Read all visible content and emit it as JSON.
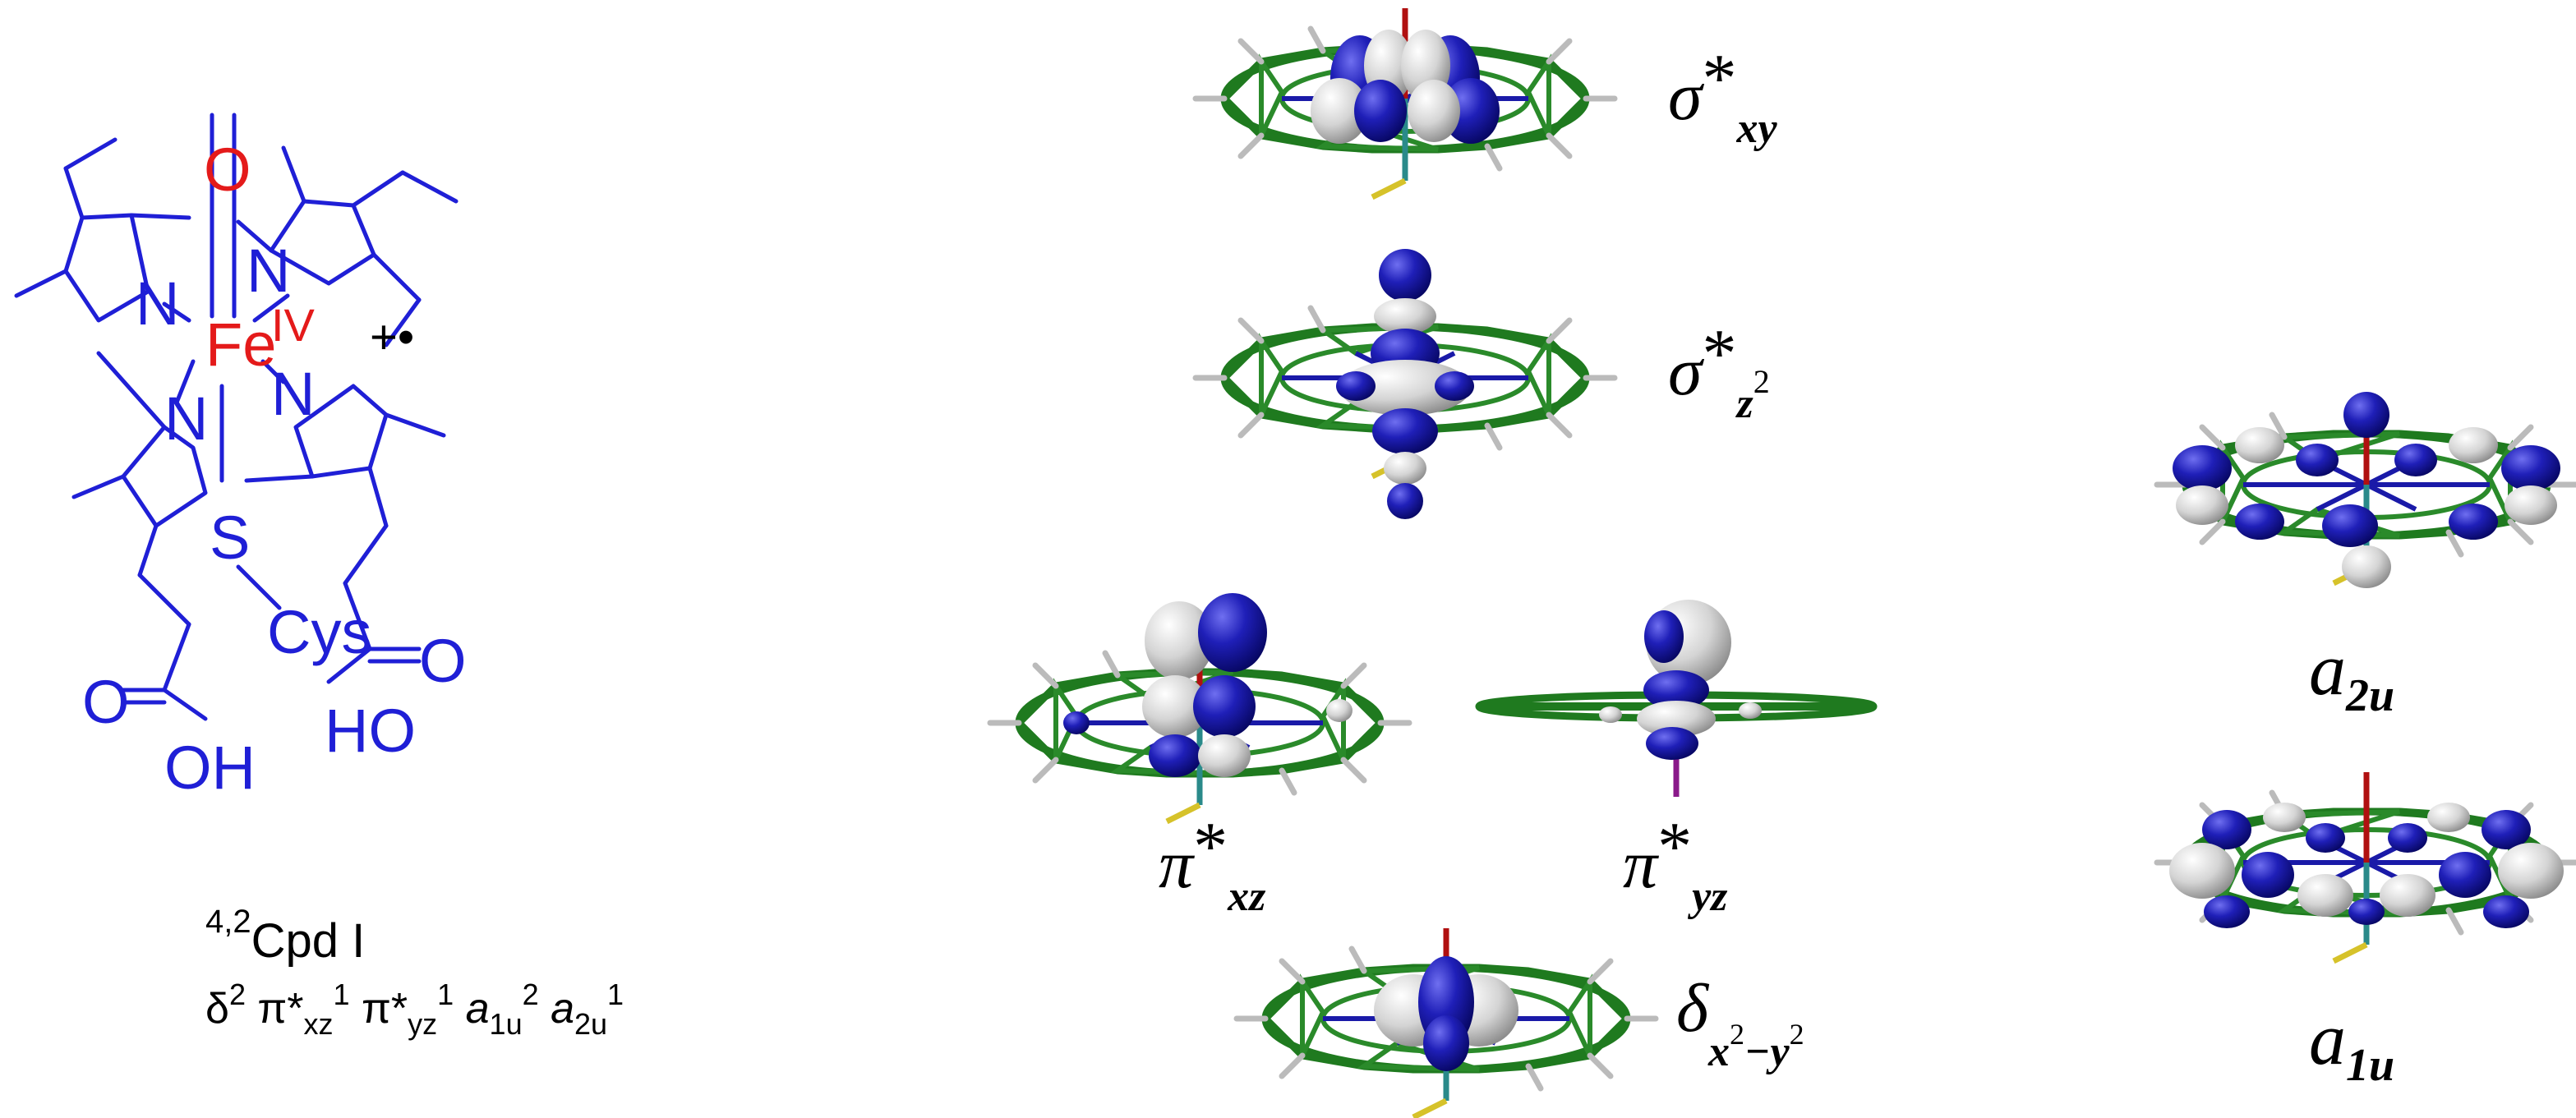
{
  "structure": {
    "o_label": "O",
    "n_label": "N",
    "fe_label": "Fe",
    "fe_ox": "IV",
    "radical_label": "+•",
    "s_label": "S",
    "cys_label": "Cys",
    "acid_o_label": "O",
    "oh_label": "OH",
    "ho_label": "HO"
  },
  "caption": {
    "spin_sup": "4,2",
    "name": "Cpd I",
    "config_parts": [
      "δ",
      "2",
      " π*",
      "xz",
      "1",
      " π*",
      "yz",
      "1",
      " a",
      "1u",
      "2",
      " a",
      "2u",
      "1"
    ]
  },
  "orbitals": {
    "sigma_xy": {
      "base": "σ",
      "star": "*",
      "sub": "xy"
    },
    "sigma_z2": {
      "base": "σ",
      "star": "*",
      "sub": "z",
      "sub_sup": "2"
    },
    "pi_xz": {
      "base": "π",
      "star": "*",
      "sub": "xz"
    },
    "pi_yz": {
      "base": "π",
      "star": "*",
      "sub": "yz"
    },
    "delta": {
      "base": "δ",
      "sub_a": "x",
      "sup_a": "2",
      "sub_mid": "−y",
      "sup_b": "2"
    },
    "a2u": {
      "base": "a",
      "sub": "2u"
    },
    "a1u": {
      "base": "a",
      "sub": "1u"
    }
  },
  "colors": {
    "structure_blue": "#1f1fd6",
    "oxidation_red": "#e41a1a",
    "lobe_blue": "#1a1aa8",
    "lobe_white": "#e6e6e6",
    "porphyrin_green": "#1f7a1f"
  }
}
